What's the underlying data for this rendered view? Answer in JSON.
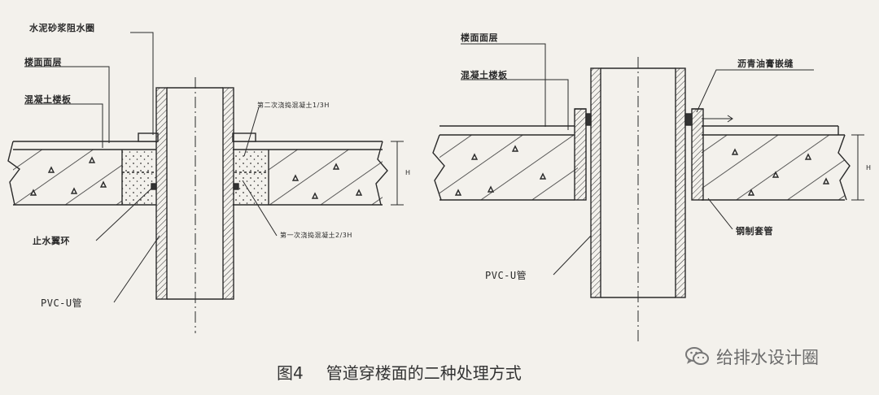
{
  "left_figure": {
    "labels": {
      "mortar_ring": "水泥砂浆阻水圈",
      "floor_finish": "楼面面层",
      "concrete_slab": "混凝土楼板",
      "second_pour": "第二次浇捣混凝土1/3H",
      "first_pour": "第一次浇捣混凝土2/3H",
      "water_stop_ring": "止水翼环",
      "pipe": "PVC-U管"
    },
    "dim_mark": "H"
  },
  "right_figure": {
    "labels": {
      "floor_finish": "楼面面层",
      "concrete_slab": "混凝土楼板",
      "asphalt_seal": "沥青油膏嵌缝",
      "steel_sleeve": "钢制套管",
      "pipe": "PVC-U管"
    },
    "dim_mark": "H"
  },
  "caption": {
    "number": "图4",
    "text": "管道穿楼面的二种处理方式"
  },
  "watermark": {
    "text": "给排水设计圈",
    "icon": "wechat-icon"
  },
  "colors": {
    "background": "#f3f1ec",
    "line": "#2a2a2a"
  }
}
